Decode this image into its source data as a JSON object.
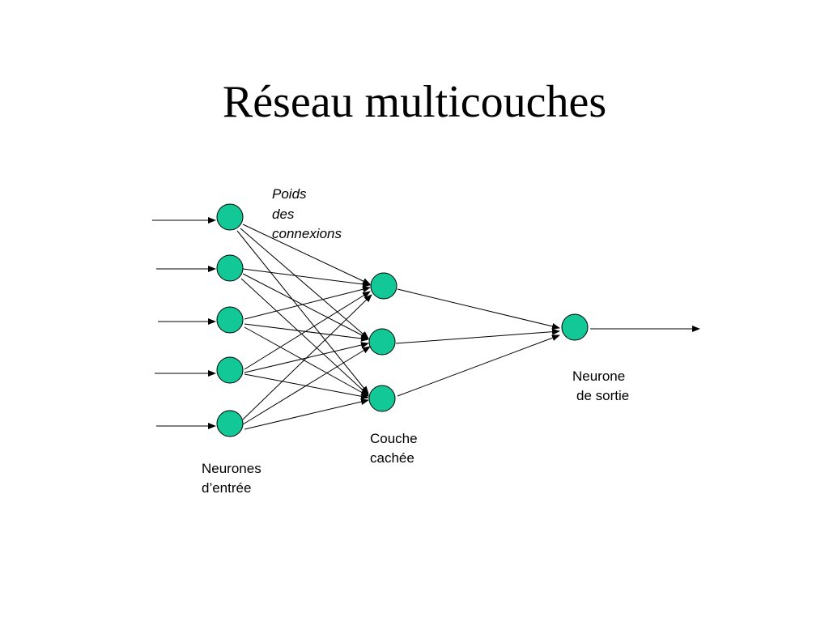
{
  "title": "Réseau multicouches",
  "labels": {
    "weights": [
      "Poids",
      "des",
      "connexions"
    ],
    "hidden_layer": [
      "Couche",
      "cachée"
    ],
    "input_neurons": [
      "Neurones",
      "d’entrée"
    ],
    "output_neuron": [
      "Neurone",
      "de sortie"
    ]
  },
  "colors": {
    "neuron_fill": "#12C896",
    "line": "#000000",
    "background": "#FFFFFF"
  },
  "layers": {
    "input_count": 5,
    "hidden_count": 3,
    "output_count": 1
  }
}
